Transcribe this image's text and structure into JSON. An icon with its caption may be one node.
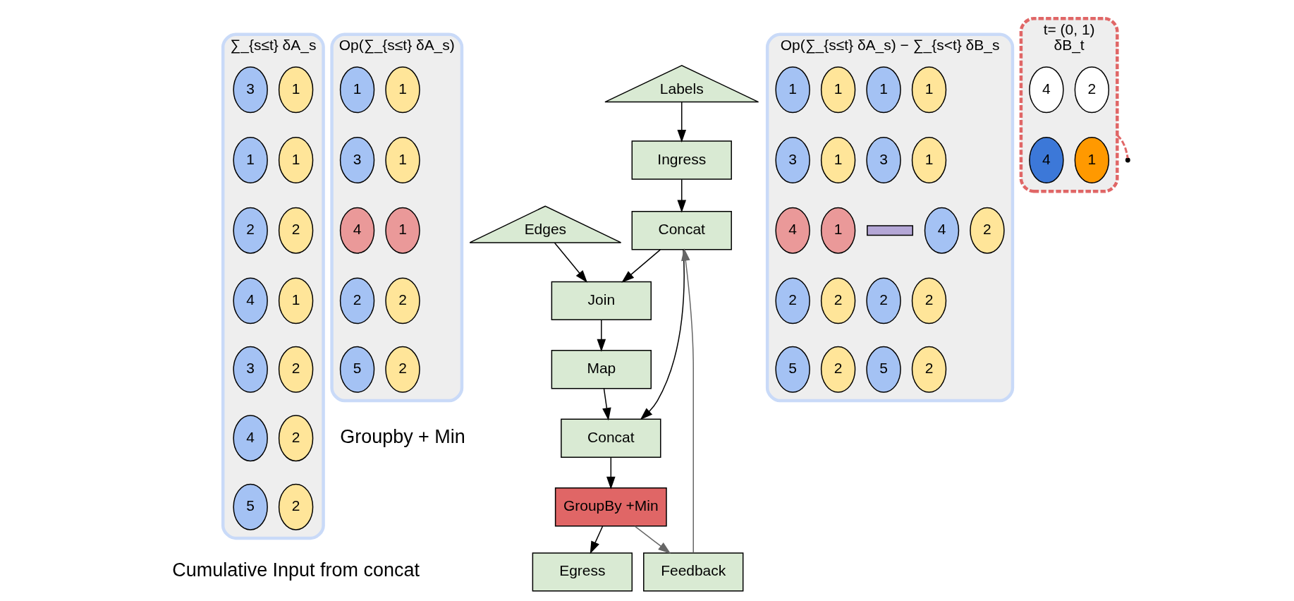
{
  "diagram": {
    "nodes": [
      {
        "text": [
          "∑_{s≤t} δA_s"
        ],
        "beside": [
          "Cumulative Input from concat"
        ]
      },
      {
        "text": [
          "3"
        ],
        "in": 0
      },
      {
        "text": [
          "1"
        ],
        "in": 0
      },
      {
        "text": [
          "1"
        ],
        "in": 0
      },
      {
        "text": [
          "1"
        ],
        "in": 0
      },
      {
        "text": [
          "2"
        ],
        "in": 0
      },
      {
        "text": [
          "2"
        ],
        "in": 0
      },
      {
        "text": [
          "4"
        ],
        "in": 0
      },
      {
        "text": [
          "1"
        ],
        "in": 0
      },
      {
        "text": [
          "3"
        ],
        "in": 0
      },
      {
        "text": [
          "2"
        ],
        "in": 0
      },
      {
        "text": [
          "4"
        ],
        "in": 0
      },
      {
        "text": [
          "2"
        ],
        "in": 0
      },
      {
        "text": [
          "5"
        ],
        "in": 0
      },
      {
        "text": [
          "2"
        ],
        "in": 0
      },
      {
        "text": [
          "Op(∑_{s≤t} δA_s)"
        ],
        "beside": [
          "Groupby + Min"
        ]
      },
      {
        "text": [
          "1"
        ],
        "in": 15
      },
      {
        "text": [
          "1"
        ],
        "in": 15
      },
      {
        "text": [
          "3"
        ],
        "in": 15
      },
      {
        "text": [
          "1"
        ],
        "in": 15
      },
      {
        "text": [
          "4"
        ],
        "in": 15
      },
      {
        "text": [
          "1"
        ],
        "in": 15
      },
      {
        "text": [
          "2"
        ],
        "in": 15
      },
      {
        "text": [
          "2"
        ],
        "in": 15
      },
      {
        "text": [
          "5"
        ],
        "in": 15
      },
      {
        "text": [
          "2"
        ],
        "in": 15
      },
      {
        "text": [
          "Labels"
        ]
      },
      {
        "text": [
          "Edges"
        ]
      },
      {
        "text": [
          "Ingress"
        ]
      },
      {
        "text": [
          "Concat"
        ]
      },
      {
        "text": [
          "Join"
        ]
      },
      {
        "text": [
          "Feedback"
        ]
      },
      {
        "text": [
          "Map"
        ]
      },
      {
        "text": [
          "Concat"
        ]
      },
      {
        "text": [
          "GroupBy +Min"
        ]
      },
      {
        "text": [
          "Egress"
        ]
      },
      {
        "text": [
          "Op(∑_{s≤t} δA_s) − ∑_{s<t} δB_s"
        ]
      },
      {
        "text": [
          "1"
        ],
        "in": 36
      },
      {
        "text": [
          "1"
        ],
        "in": 36
      },
      {
        "text": [
          "3"
        ],
        "in": 36
      },
      {
        "text": [
          "1"
        ],
        "in": 36
      },
      {
        "text": [
          "4"
        ],
        "in": 36
      },
      {
        "text": [
          "1"
        ],
        "in": 36
      },
      {
        "text": [
          "2"
        ],
        "in": 36
      },
      {
        "text": [
          "2"
        ],
        "in": 36
      },
      {
        "text": [
          "5"
        ],
        "in": 36
      },
      {
        "text": [
          "2"
        ],
        "in": 36
      },
      {
        "text": [],
        "shape": "bar",
        "in": 36
      },
      {
        "text": [
          "1"
        ],
        "in": 36
      },
      {
        "text": [
          "1"
        ],
        "in": 36
      },
      {
        "text": [
          "3"
        ],
        "in": 36
      },
      {
        "text": [
          "1"
        ],
        "in": 36
      },
      {
        "text": [
          "4"
        ],
        "in": 36
      },
      {
        "text": [
          "2"
        ],
        "in": 36
      },
      {
        "text": [
          "2"
        ],
        "in": 36
      },
      {
        "text": [
          "2"
        ],
        "in": 36
      },
      {
        "text": [
          "5"
        ],
        "in": 36
      },
      {
        "text": [
          "2"
        ],
        "in": 36
      },
      {
        "text": [
          "t= (0, 1)",
          "δB_t"
        ]
      },
      {
        "text": [
          "4"
        ],
        "in": 58
      },
      {
        "text": [
          "2"
        ],
        "in": 58
      },
      {
        "text": [
          "4"
        ],
        "in": 58
      },
      {
        "text": [
          "1"
        ],
        "in": 58
      }
    ],
    "edges": [
      {
        "from": 26,
        "to": 28,
        "arrow": "to"
      },
      {
        "from": 28,
        "to": 29,
        "arrow": "to"
      },
      {
        "from": 27,
        "to": 30,
        "arrow": "to"
      },
      {
        "from": 29,
        "to": 30,
        "arrow": "to"
      },
      {
        "from": 30,
        "to": 32,
        "arrow": "to"
      },
      {
        "from": 32,
        "to": 33,
        "arrow": "to"
      },
      {
        "from": 29,
        "to": 33,
        "arrow": "to"
      },
      {
        "from": 33,
        "to": 34,
        "arrow": "to"
      },
      {
        "from": 34,
        "to": 35,
        "arrow": "to"
      },
      {
        "from": 34,
        "to": 31,
        "arrow": "to",
        "color": "#666666"
      },
      {
        "from": 31,
        "to": 29,
        "arrow": "to",
        "color": "#666666"
      },
      {
        "from": 58,
        "to": null,
        "arrow": "none",
        "style": "dashed",
        "color": "#e06666"
      }
    ]
  }
}
